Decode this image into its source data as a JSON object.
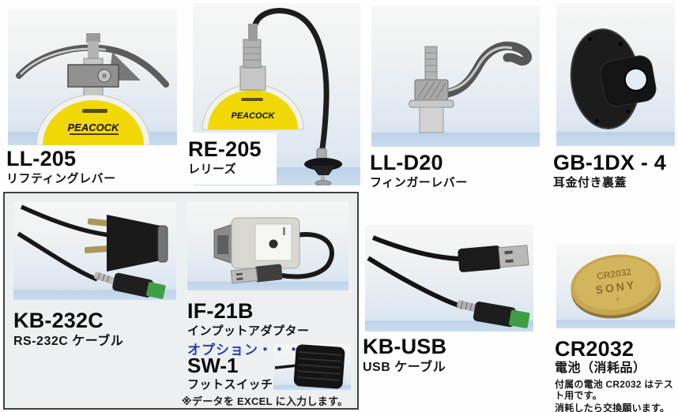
{
  "products": {
    "ll205": {
      "model": "LL-205",
      "name": "リフティングレバー"
    },
    "re205": {
      "model": "RE-205",
      "name": "レリーズ"
    },
    "lld20": {
      "model": "LL-D20",
      "name": "フィンガーレバー"
    },
    "gb1dx4": {
      "model": "GB-1DX - 4",
      "name": "耳金付き裏蓋"
    },
    "kb232c": {
      "model": "KB-232C",
      "name": "RS-232C ケーブル"
    },
    "if21b": {
      "model": "IF-21B",
      "name": "インプットアダプター"
    },
    "sw1": {
      "model": "SW-1",
      "name": "フットスイッチ"
    },
    "kbusb": {
      "model": "KB-USB",
      "name": "USB ケーブル"
    },
    "cr2032": {
      "model": "CR2032",
      "name": "電池（消耗品）",
      "note1": "付属の電池 CR2032 はテスト用です。",
      "note2": "消耗したら交換願います。"
    }
  },
  "labels": {
    "option": "オプション・・・",
    "excel_note": "※データを EXCEL に入力します。"
  },
  "photo_text": {
    "gauge_brand": "PEACOCK",
    "battery_brand": "SONY",
    "battery_model": "CR2032"
  },
  "colors": {
    "option_text": "#2b3fae",
    "gauge_yellow": "#f1d804",
    "connector_green": "#3f9e43",
    "battery_gold": "#c7a74e",
    "photo_band_blue": "#bcd2e9",
    "box_border": "#414141"
  }
}
